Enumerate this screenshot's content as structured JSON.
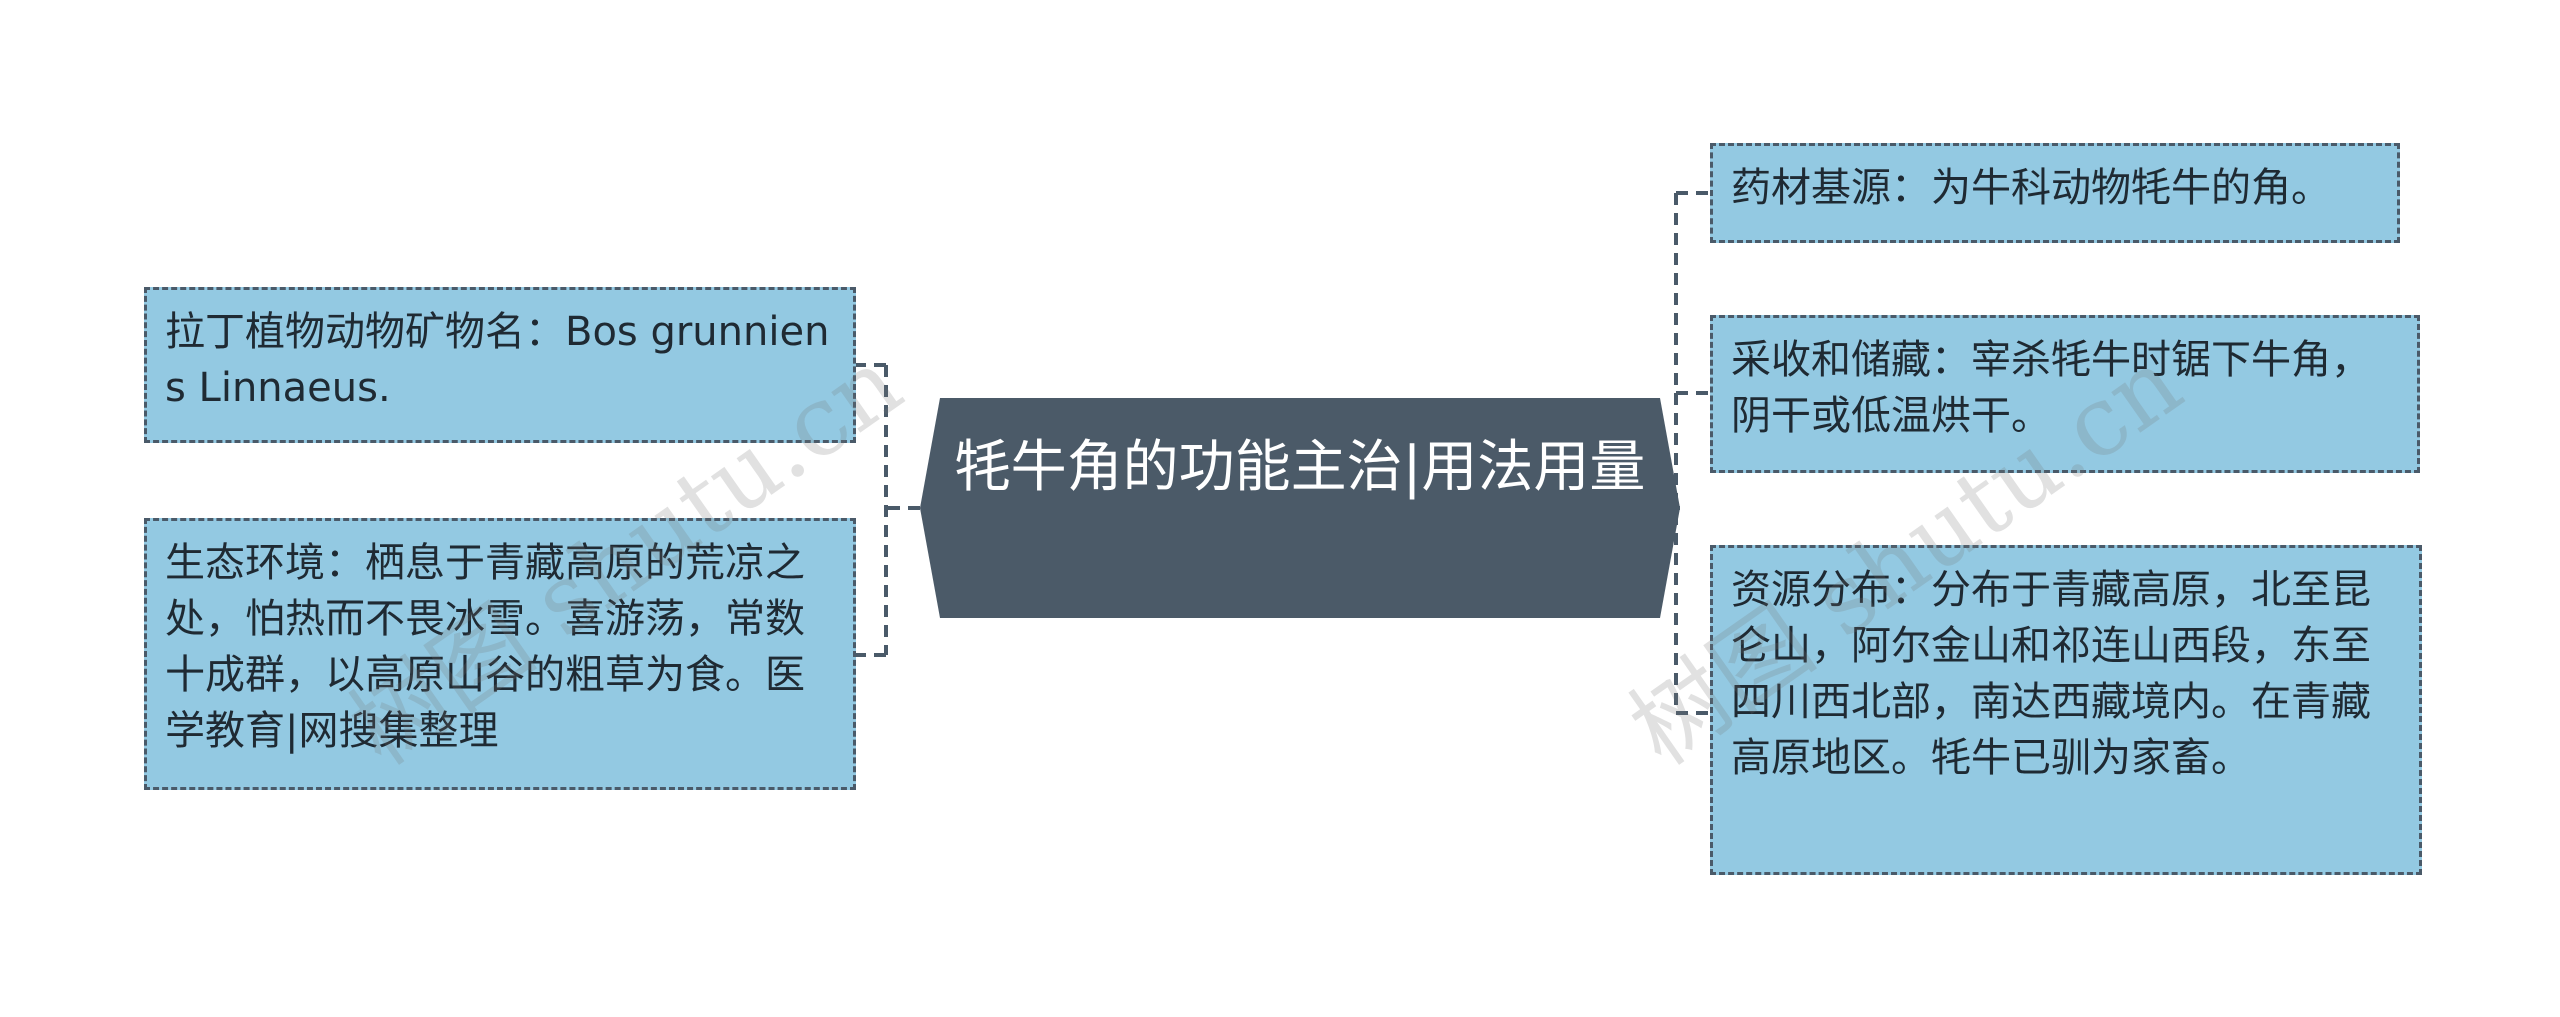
{
  "center": {
    "title": "牦牛角的功能主治|用法用量"
  },
  "left_nodes": [
    {
      "text": "拉丁植物动物矿物名：Bos grunniens Linnaeus."
    },
    {
      "text": "生态环境：栖息于青藏高原的荒凉之处，怕热而不畏冰雪。喜游荡，常数十成群，以高原山谷的粗草为食。医学教育|网搜集整理"
    }
  ],
  "right_nodes": [
    {
      "text": "药材基源：为牛科动物牦牛的角。"
    },
    {
      "text": "采收和储藏：宰杀牦牛时锯下牛角，阴干或低温烘干。"
    },
    {
      "text": "资源分布：分布于青藏高原，北至昆仑山，阿尔金山和祁连山西段，东至四川西北部，南达西藏境内。在青藏高原地区。牦牛已驯为家畜。"
    }
  ],
  "watermarks": [
    "树图 shutu.cn",
    "树图 shutu.cn"
  ],
  "colors": {
    "node_fill": "#93c9e2",
    "center_fill": "#4b5a68",
    "line": "#4a5a69"
  }
}
